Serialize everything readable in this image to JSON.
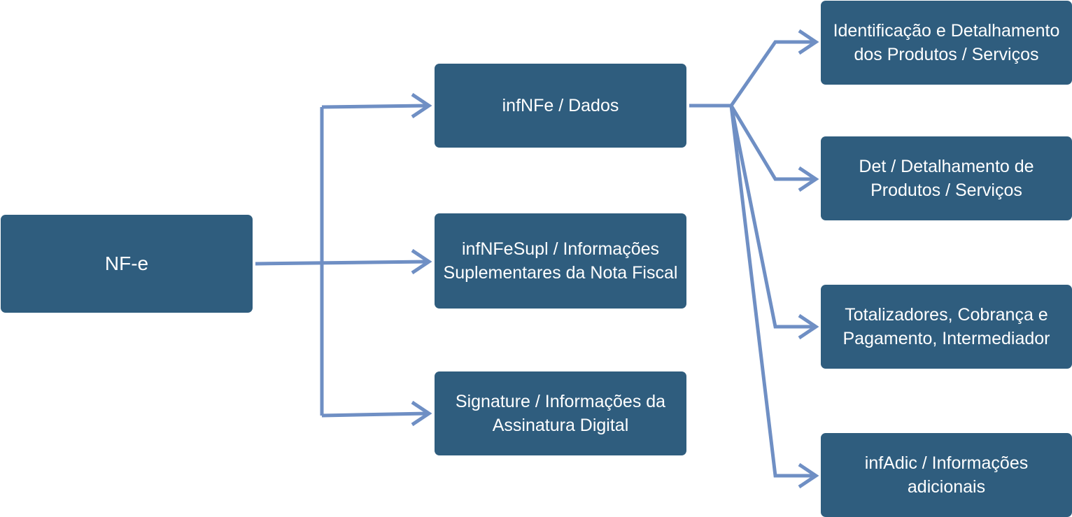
{
  "colors": {
    "node_fill": "#2f5d7e",
    "node_text": "#ffffff",
    "connector": "#6f8fc4"
  },
  "nodes": {
    "root": {
      "label": "NF-e"
    },
    "infnfe": {
      "label": "infNFe / Dados"
    },
    "infnfesupl": {
      "label": "infNFeSupl / Informações Suplementares da Nota Fiscal"
    },
    "signature": {
      "label": "Signature / Informações da Assinatura Digital"
    },
    "ident": {
      "label": "Identificação e Detalhamento dos Produtos / Serviços"
    },
    "det": {
      "label": "Det / Detalhamento de Produtos / Serviços"
    },
    "total": {
      "label": "Totalizadores, Cobrança e Pagamento, Intermediador"
    },
    "infadic": {
      "label": "infAdic / Informações adicionais"
    }
  },
  "edges": [
    {
      "from": "root",
      "to": "infnfe"
    },
    {
      "from": "root",
      "to": "infnfesupl"
    },
    {
      "from": "root",
      "to": "signature"
    },
    {
      "from": "infnfe",
      "to": "ident"
    },
    {
      "from": "infnfe",
      "to": "det"
    },
    {
      "from": "infnfe",
      "to": "total"
    },
    {
      "from": "infnfe",
      "to": "infadic"
    }
  ]
}
